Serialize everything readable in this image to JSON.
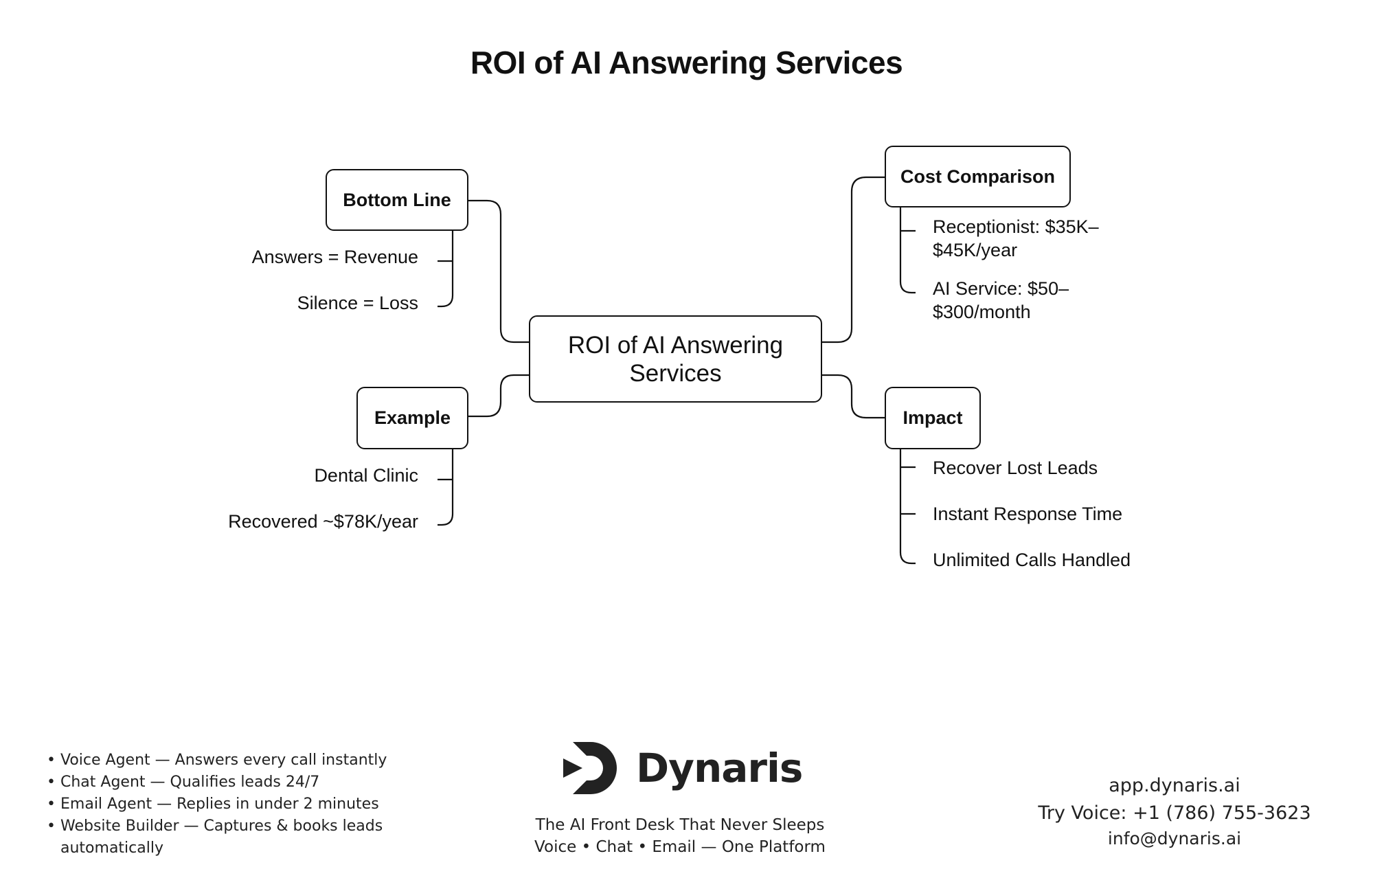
{
  "title": "ROI of AI Answering Services",
  "center": {
    "label": "ROI of AI Answering Services"
  },
  "branches": {
    "bottom_line": {
      "label": "Bottom Line",
      "items": [
        "Answers = Revenue",
        "Silence = Loss"
      ]
    },
    "example": {
      "label": "Example",
      "items": [
        "Dental Clinic",
        "Recovered ~$78K/year"
      ]
    },
    "cost_comparison": {
      "label": "Cost Comparison",
      "items": [
        "Receptionist: $35K–$45K/year",
        "AI Service: $50–$300/month"
      ]
    },
    "impact": {
      "label": "Impact",
      "items": [
        "Recover Lost Leads",
        "Instant Response Time",
        "Unlimited Calls Handled"
      ]
    }
  },
  "footer": {
    "features": [
      "Voice Agent — Answers every call instantly",
      "Chat Agent — Qualifies leads 24/7",
      "Email Agent — Replies in under 2 minutes",
      " Website Builder — Captures & books leads automatically"
    ],
    "brand": "Dynaris",
    "tagline_1": "The AI Front Desk That Never Sleeps",
    "tagline_2": "Voice • Chat • Email — One Platform",
    "website": "app.dynaris.ai",
    "phone": "Try Voice: +1 (786) 755-3623",
    "email": "info@dynaris.ai",
    "logo_icon": "dynaris-logo-icon",
    "colors": {
      "ink": "#111111",
      "text": "#222222",
      "background": "#ffffff"
    }
  }
}
